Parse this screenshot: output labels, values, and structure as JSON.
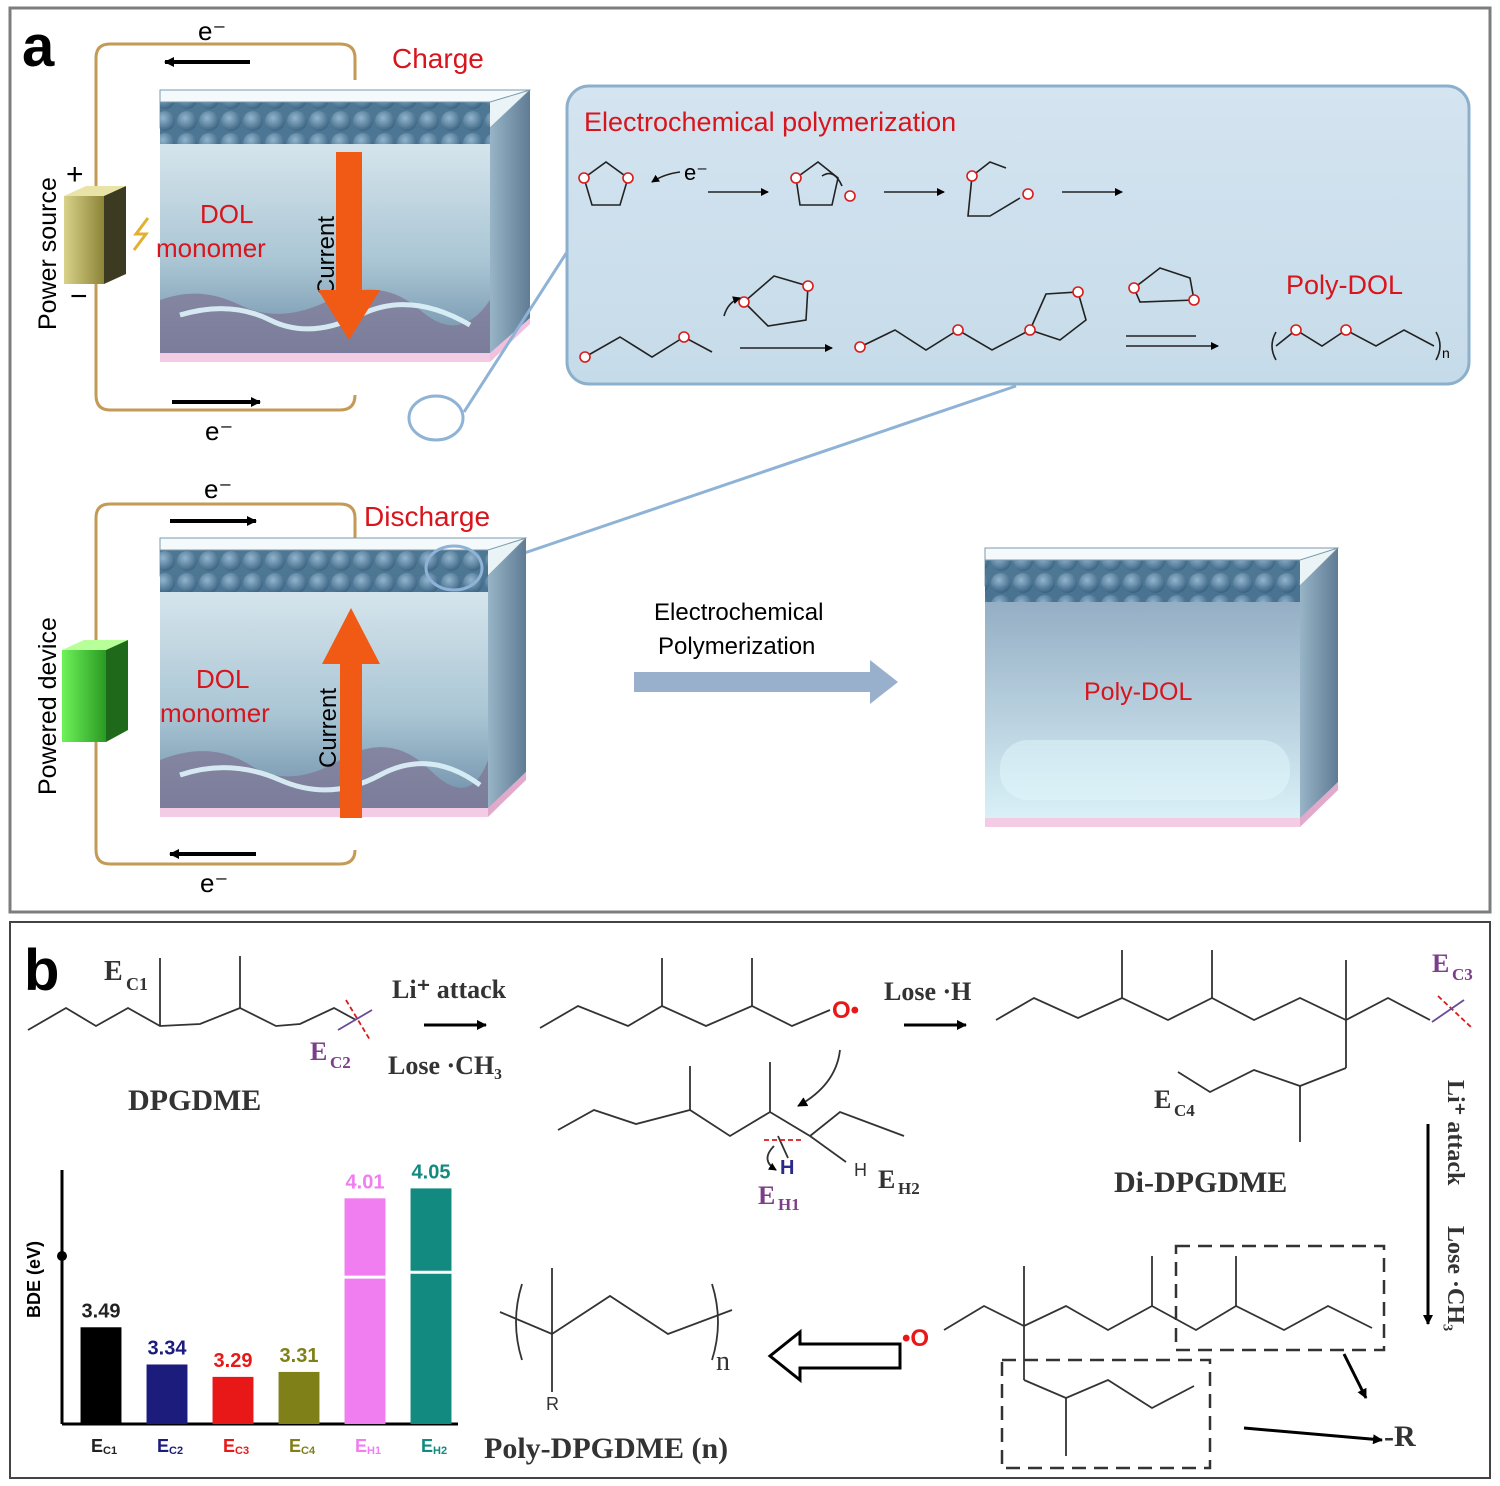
{
  "panel_a": {
    "label": "a",
    "charge": {
      "title": "Charge",
      "source_label": "Power source",
      "plus": "+",
      "minus": "−",
      "electron_top": "e⁻",
      "electron_bottom": "e⁻",
      "monomer_line1": "DOL",
      "monomer_line2": "monomer",
      "current": "Current"
    },
    "discharge": {
      "title": "Discharge",
      "device_label": "Powered device",
      "electron_top": "e⁻",
      "electron_bottom": "e⁻",
      "monomer_line1": "DOL",
      "monomer_line2": "monomer",
      "current": "Current"
    },
    "inset": {
      "title": "Electrochemical polymerization",
      "electron": "e⁻",
      "product": "Poly-DOL",
      "subscript_n": "n"
    },
    "process_line1": "Electrochemical",
    "process_line2": "Polymerization",
    "result_label": "Poly-DOL"
  },
  "panel_b": {
    "label": "b",
    "ec1": "E",
    "ec1_sub": "C1",
    "ec2": "E",
    "ec2_sub": "C2",
    "ec3": "E",
    "ec3_sub": "C3",
    "ec4": "E",
    "ec4_sub": "C4",
    "eh1": "E",
    "eh1_sub": "H1",
    "eh2": "E",
    "eh2_sub": "H2",
    "reactant": "DPGDME",
    "step1_top": "Li⁺ attack",
    "step1_bottom": "Lose ·CH₃",
    "radical": "O•",
    "step2": "Lose ·H",
    "h_label": "H",
    "h2_label": "H",
    "dimer": "Di-DPGDME",
    "step3_a": "Li⁺ attack",
    "step3_b": "Lose ·CH₃",
    "radical2": "•O",
    "r_label": "-R",
    "product": "Poly-DPGDME (n)",
    "product_r": "R",
    "product_n": "n"
  },
  "chart_data": {
    "type": "bar",
    "title": "",
    "ylabel": "BDE (eV)",
    "xlabel": "",
    "categories": [
      "E",
      "E",
      "E",
      "E",
      "E",
      "E"
    ],
    "category_subs": [
      "C1",
      "C2",
      "C3",
      "C4",
      "H1",
      "H2"
    ],
    "values": [
      3.49,
      3.34,
      3.29,
      3.31,
      4.01,
      4.05
    ],
    "value_labels": [
      "3.49",
      "3.34",
      "3.29",
      "3.31",
      "4.01",
      "4.05"
    ],
    "colors": [
      "#000000",
      "#1c1c7c",
      "#e81818",
      "#808018",
      "#f07ef0",
      "#128a80"
    ],
    "ylim": [
      3.1,
      4.1
    ],
    "axis_break": true,
    "grid": false
  }
}
